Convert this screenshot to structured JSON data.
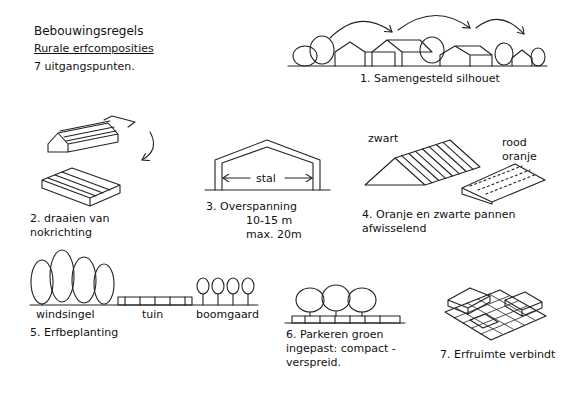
{
  "diagram": {
    "title": "Bebouwingsregels",
    "labels": [
      "Rurale erfcomposities",
      "7 uitgangspunten.",
      "1. Samengesteld silhouet",
      "2. draaien van nokrichting",
      "stal",
      "3. Overspanning",
      "10-15 m",
      "max. 20m",
      "zwart",
      "rood oranje",
      "4. Oranje en zwarte pannen afwisselend",
      "windsingel",
      "tuin",
      "boomgaard",
      "5. Erfbeplanting",
      "6. Parkeren groen ingepast: compact - verspreid.",
      "7. Erfruimte verbindt"
    ]
  }
}
